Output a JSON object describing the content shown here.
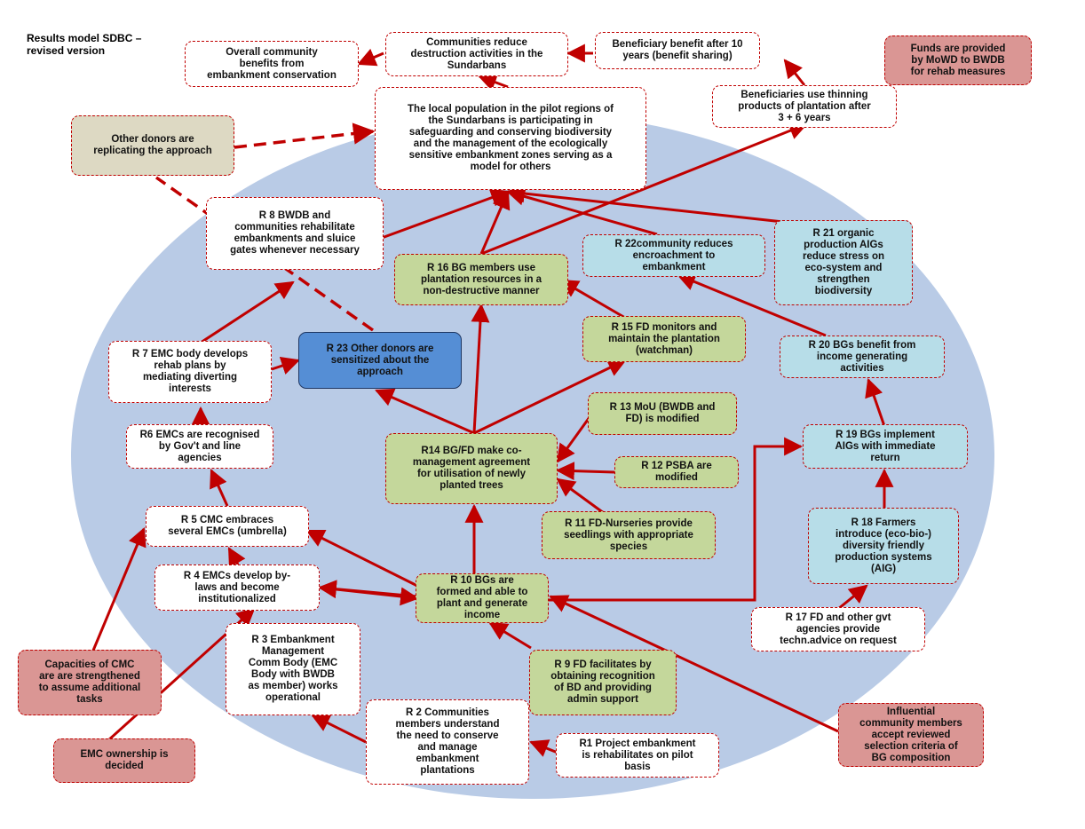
{
  "title": "Results model SDBC –\nrevised version",
  "colors": {
    "ellipse": "#b9cbe6",
    "arrow": "#c00000",
    "white": "#ffffff",
    "green": "#c4d79b",
    "lightblue": "#b7dde8",
    "pink": "#da9694",
    "tan": "#ddd9c3",
    "blue": "#558ed5"
  },
  "nodes": {
    "overall_benefits": "Overall community\nbenefits from\nembankment conservation",
    "reduce_destruction": "Communities reduce\ndestruction activities in the\nSundarbans",
    "beneficiary_benefit": "Beneficiary benefit after 10\nyears (benefit sharing)",
    "funds": "Funds are provided\nby MoWD to BWDB\nfor rehab measures",
    "thinning": "Beneficiaries use thinning\nproducts of plantation after\n3 + 6 years",
    "goal": "The local population in the pilot regions of\nthe Sundarbans is participating in\nsafeguarding and conserving biodiversity\nand the management of the ecologically\nsensitive embankment zones serving as a\nmodel for others",
    "other_donors_replicate": "Other donors are\nreplicating the approach",
    "r8": "R 8 BWDB and\ncommunities rehabilitate\nembankments and sluice\ngates whenever necessary",
    "r16": "R 16 BG members use\nplantation resources in a\nnon-destructive manner",
    "r22": "R 22community  reduces\nencroachment to\nembankment",
    "r21": "R 21 organic\nproduction AIGs\nreduce stress on\neco-system and\nstrengthen\nbiodiversity",
    "r15": "R 15 FD monitors and\nmaintain the plantation\n(watchman)",
    "r7": "R 7 EMC body develops\nrehab plans by\nmediating diverting\ninterests",
    "r23": "R 23 Other donors are\nsensitized about the\napproach",
    "r20": "R 20 BGs benefit from\nincome generating\nactivities",
    "r6": "R6 EMCs are recognised\nby Gov't and line\nagencies",
    "r13": "R 13 MoU  (BWDB and\nFD) is modified",
    "r14": "R14 BG/FD make co-\nmanagement agreement\nfor utilisation  of newly\nplanted trees",
    "r19": "R 19 BGs implement\nAIGs with immediate\nreturn",
    "r12": "R 12 PSBA are\nmodified",
    "r5": "R 5 CMC embraces\nseveral EMCs (umbrella)",
    "r11": "R 11 FD-Nurseries provide\nseedlings with appropriate\nspecies",
    "r18": "R 18 Farmers\nintroduce (eco-bio-)\ndiversity friendly\nproduction systems\n(AIG)",
    "r4": "R 4 EMCs develop by-\nlaws and become\ninstitutionalized",
    "r10": "R 10 BGs are\nformed and able to\nplant and generate\nincome",
    "r3": "R 3  Embankment\nManagement\nComm Body (EMC\nBody with BWDB\nas member) works\noperational",
    "r17": "R 17 FD and other gvt\nagencies provide\ntechn.advice on request",
    "r9": "R 9 FD facilitates by\nobtaining recognition\nof BD and providing\nadmin support",
    "capacities": "Capacities of CMC\nare are strengthened\nto assume additional\ntasks",
    "r2": "R 2 Communities\nmembers understand\nthe need to conserve\nand manage\nembankment\nplantations",
    "r1": "R1 Project embankment\nis rehabilitates on pilot\nbasis",
    "influential": "Influential\ncommunity members\naccept reviewed\nselection criteria of\nBG composition",
    "emc_ownership": "EMC ownership is\ndecided"
  }
}
